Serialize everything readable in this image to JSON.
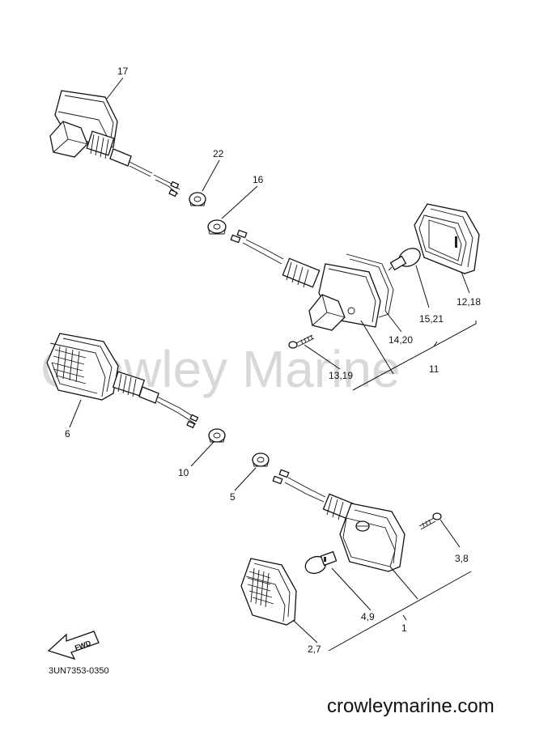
{
  "diagram": {
    "parts": [
      {
        "id": "17",
        "label": "17"
      },
      {
        "id": "22",
        "label": "22"
      },
      {
        "id": "16",
        "label": "16"
      },
      {
        "id": "12_18",
        "label": "12,18"
      },
      {
        "id": "15_21",
        "label": "15,21"
      },
      {
        "id": "14_20",
        "label": "14,20"
      },
      {
        "id": "11",
        "label": "11"
      },
      {
        "id": "13_19",
        "label": "13,19"
      },
      {
        "id": "6",
        "label": "6"
      },
      {
        "id": "10",
        "label": "10"
      },
      {
        "id": "5",
        "label": "5"
      },
      {
        "id": "3_8",
        "label": "3,8"
      },
      {
        "id": "4_9",
        "label": "4,9"
      },
      {
        "id": "1",
        "label": "1"
      },
      {
        "id": "2_7",
        "label": "2,7"
      }
    ],
    "fwd_label": "FWD",
    "diagram_code": "3UN7353-0350",
    "watermark": "Crowley Marine",
    "site": "crowleymarine.com"
  }
}
